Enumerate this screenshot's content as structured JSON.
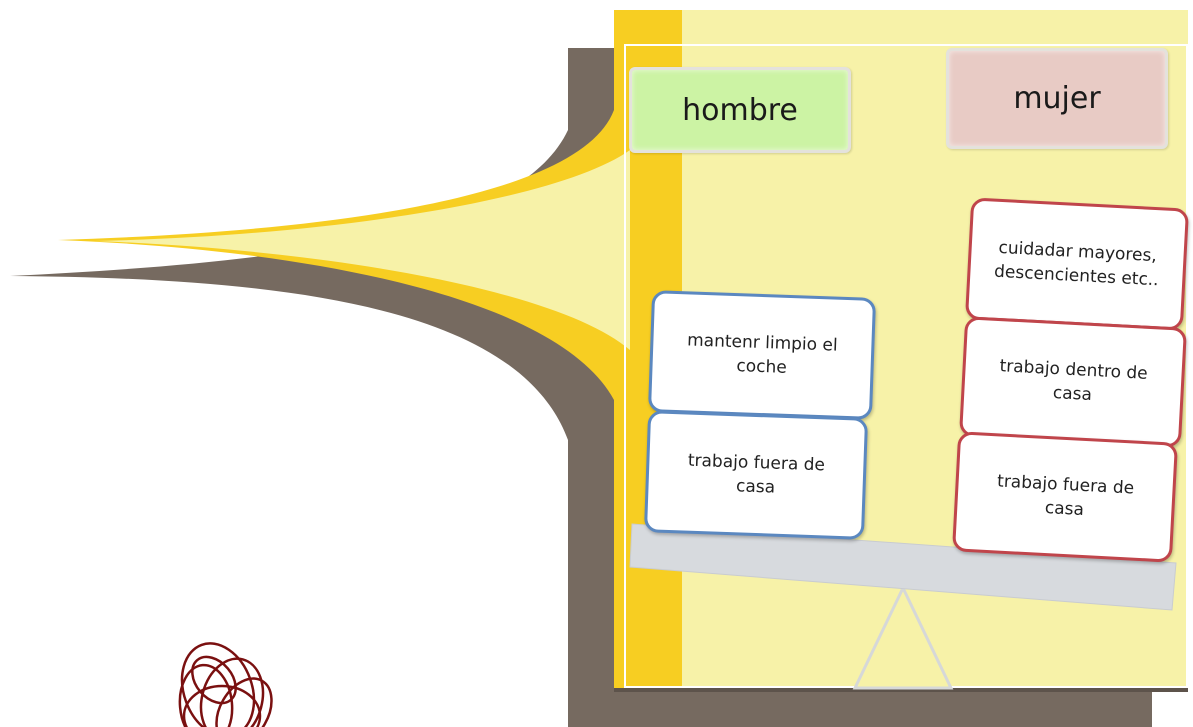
{
  "colors": {
    "panel_background": "#f7f2a8",
    "yellow_accent": "#f7ce22",
    "shadow_brown": "#766a60",
    "hombre_label_fill": "#ccf3a4",
    "mujer_label_fill": "#e8cbc5",
    "hombre_card_border": "#5b88c0",
    "mujer_card_border": "#c0454b",
    "beam_fill": "#d7dade",
    "scribble_color": "#7a1010"
  },
  "labels": {
    "hombre": "hombre",
    "mujer": "mujer"
  },
  "hombre_cards": [
    {
      "line1": "mantenr limpio el",
      "line2": "coche"
    },
    {
      "line1": "trabajo fuera de",
      "line2": "casa"
    }
  ],
  "mujer_cards": [
    {
      "line1": "cuidadar mayores,",
      "line2": "descencientes etc.."
    },
    {
      "line1": "trabajo dentro de",
      "line2": "casa"
    },
    {
      "line1": "trabajo fuera de",
      "line2": "casa"
    }
  ],
  "icons": {
    "scale": "balance-scale-icon",
    "scribble": "scribble-logo"
  }
}
